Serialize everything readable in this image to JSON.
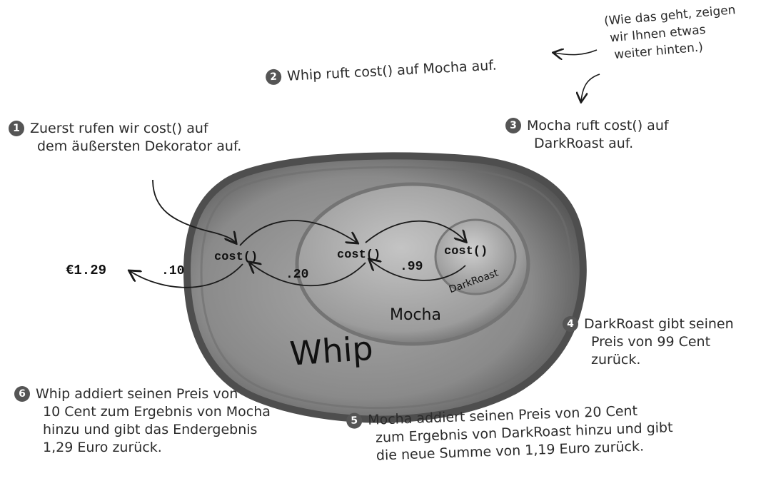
{
  "notes": {
    "n1": {
      "number": "1",
      "lines": [
        "Zuerst rufen wir cost() auf",
        "dem äußersten Dekorator auf."
      ]
    },
    "n2": {
      "number": "2",
      "lines": [
        "Whip ruft cost() auf Mocha auf."
      ]
    },
    "n2side": {
      "lines": [
        "(Wie das geht, zeigen",
        "wir Ihnen etwas",
        "weiter hinten.)"
      ]
    },
    "n3": {
      "number": "3",
      "lines": [
        "Mocha ruft cost() auf",
        "DarkRoast auf."
      ]
    },
    "n4": {
      "number": "4",
      "lines": [
        "DarkRoast gibt seinen",
        "Preis von 99 Cent",
        "zurück."
      ]
    },
    "n5": {
      "number": "5",
      "lines": [
        "Mocha addiert seinen Preis von 20 Cent",
        "zum Ergebnis von DarkRoast hinzu und gibt",
        "die neue Summe von 1,19 Euro zurück."
      ]
    },
    "n6": {
      "number": "6",
      "lines": [
        "Whip addiert seinen Preis von",
        "10 Cent zum Ergebnis von Mocha",
        "hinzu und gibt das Endergebnis",
        "1,29 Euro zurück."
      ]
    }
  },
  "diagram": {
    "layers": {
      "outer": "Whip",
      "middle": "Mocha",
      "inner": "DarkRoast"
    },
    "calls": [
      "cost()",
      "cost()",
      "cost()"
    ],
    "values": {
      "total": "€1.29",
      "whip": ".10",
      "mocha": ".20",
      "darkroast": ".99"
    },
    "colors": {
      "outer": "#5e5e5e",
      "outer_fill": "#8f8f8f",
      "middle": "#9a9a9a",
      "inner": "#b3b3b3",
      "ink": "#1a1a1a"
    }
  }
}
